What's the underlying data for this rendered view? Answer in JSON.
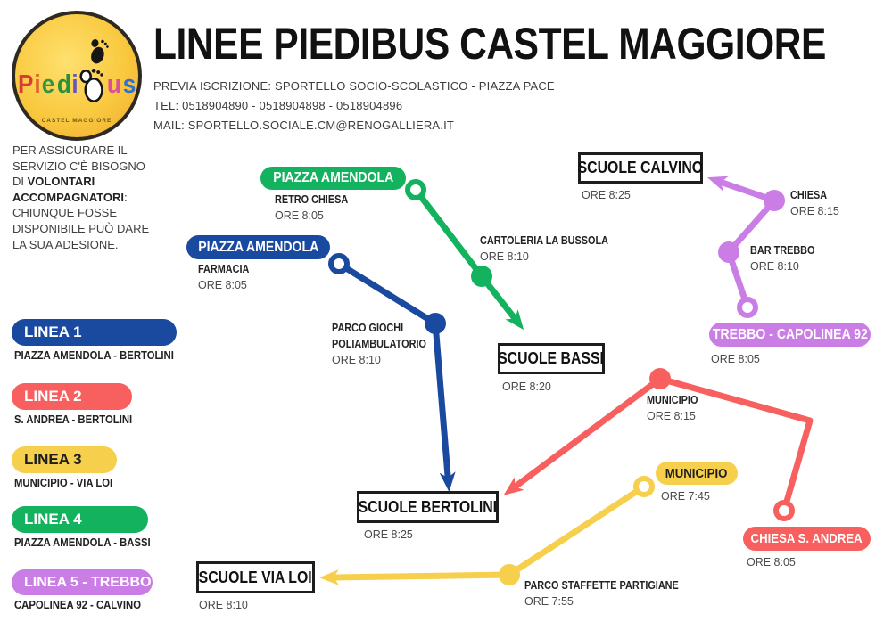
{
  "header": {
    "title": "LINEE PIEDIBUS CASTEL MAGGIORE",
    "contact_line1": "PREVIA ISCRIZIONE: SPORTELLO SOCIO-SCOLASTICO - PIAZZA PACE",
    "contact_line2": "TEL: 0518904890 - 0518904898 - 0518904896",
    "contact_line3": "MAIL: SPORTELLO.SOCIALE.CM@RENOGALLIERA.IT",
    "logo": {
      "letters": [
        {
          "ch": "P",
          "color": "#d93a3a"
        },
        {
          "ch": "i",
          "color": "#e2622e"
        },
        {
          "ch": "e",
          "color": "#2e9647"
        },
        {
          "ch": "d",
          "color": "#27913c"
        },
        {
          "ch": "i",
          "color": "#6b53c0"
        },
        {
          "ch": "u",
          "color": "#db4f9e"
        },
        {
          "ch": "s",
          "color": "#2f6fd0"
        }
      ],
      "subtext": "CASTEL MAGGIORE"
    }
  },
  "sidebar": {
    "note_pre": "PER ASSICURARE IL SERVIZIO C'È BISOGNO DI ",
    "note_bold": "VOLONTARI ACCOMPAGNATORI",
    "note_post": ": CHIUNQUE FOSSE DISPONIBILE PUÒ DARE LA SUA ADESIONE."
  },
  "colors": {
    "blue": "#1a49a0",
    "red": "#f85f5f",
    "yellow": "#f6cf4c",
    "green": "#13b25f",
    "purple": "#cb7de6",
    "white": "#ffffff",
    "black_text": "#1d1d1d"
  },
  "legend": {
    "items": [
      {
        "label": "LINEA 1",
        "route": "PIAZZA AMENDOLA - BERTOLINI",
        "color": "#1a49a0",
        "text_color": "#ffffff"
      },
      {
        "label": "LINEA 2",
        "route": "S. ANDREA - BERTOLINI",
        "color": "#f85f5f",
        "text_color": "#ffffff"
      },
      {
        "label": "LINEA 3",
        "route": "MUNICIPIO - VIA LOI",
        "color": "#f6cf4c",
        "text_color": "#1d1d1d"
      },
      {
        "label": "LINEA 4",
        "route": "PIAZZA AMENDOLA - BASSI",
        "color": "#13b25f",
        "text_color": "#ffffff"
      },
      {
        "label": "LINEA 5 - TREBBO",
        "route": "CAPOLINEA 92 - CALVINO",
        "color": "#cb7de6",
        "text_color": "#ffffff"
      }
    ]
  },
  "map": {
    "green": {
      "pill": "PIAZZA AMENDOLA",
      "pill_sub": "RETRO CHIESA",
      "pill_time": "ORE 8:05",
      "stop1": "CARTOLERIA LA BUSSOLA",
      "stop1_time": "ORE 8:10",
      "school": "SCUOLE BASSI",
      "school_time": "ORE 8:20"
    },
    "blue": {
      "pill": "PIAZZA AMENDOLA",
      "pill_sub": "FARMACIA",
      "pill_time": "ORE 8:05",
      "stop1_line1": "PARCO GIOCHI",
      "stop1_line2": "POLIAMBULATORIO",
      "stop1_time": "ORE 8:10",
      "school": "SCUOLE BERTOLINI",
      "school_time": "ORE 8:25"
    },
    "red": {
      "stop1": "MUNICIPIO",
      "stop1_time": "ORE 8:15",
      "pill": "CHIESA S. ANDREA",
      "pill_time": "ORE 8:05"
    },
    "yellow": {
      "pill": "MUNICIPIO",
      "pill_time": "ORE 7:45",
      "stop1": "PARCO STAFFETTE PARTIGIANE",
      "stop1_time": "ORE 7:55",
      "school": "SCUOLE VIA LOI",
      "school_time": "ORE 8:10"
    },
    "purple": {
      "pill": "TREBBO - CAPOLINEA 92",
      "pill_time": "ORE 8:05",
      "stop1": "BAR TREBBO",
      "stop1_time": "ORE 8:10",
      "stop2": "CHIESA",
      "stop2_time": "ORE 8:15",
      "school": "SCUOLE CALVINO",
      "school_time": "ORE 8:25"
    }
  }
}
